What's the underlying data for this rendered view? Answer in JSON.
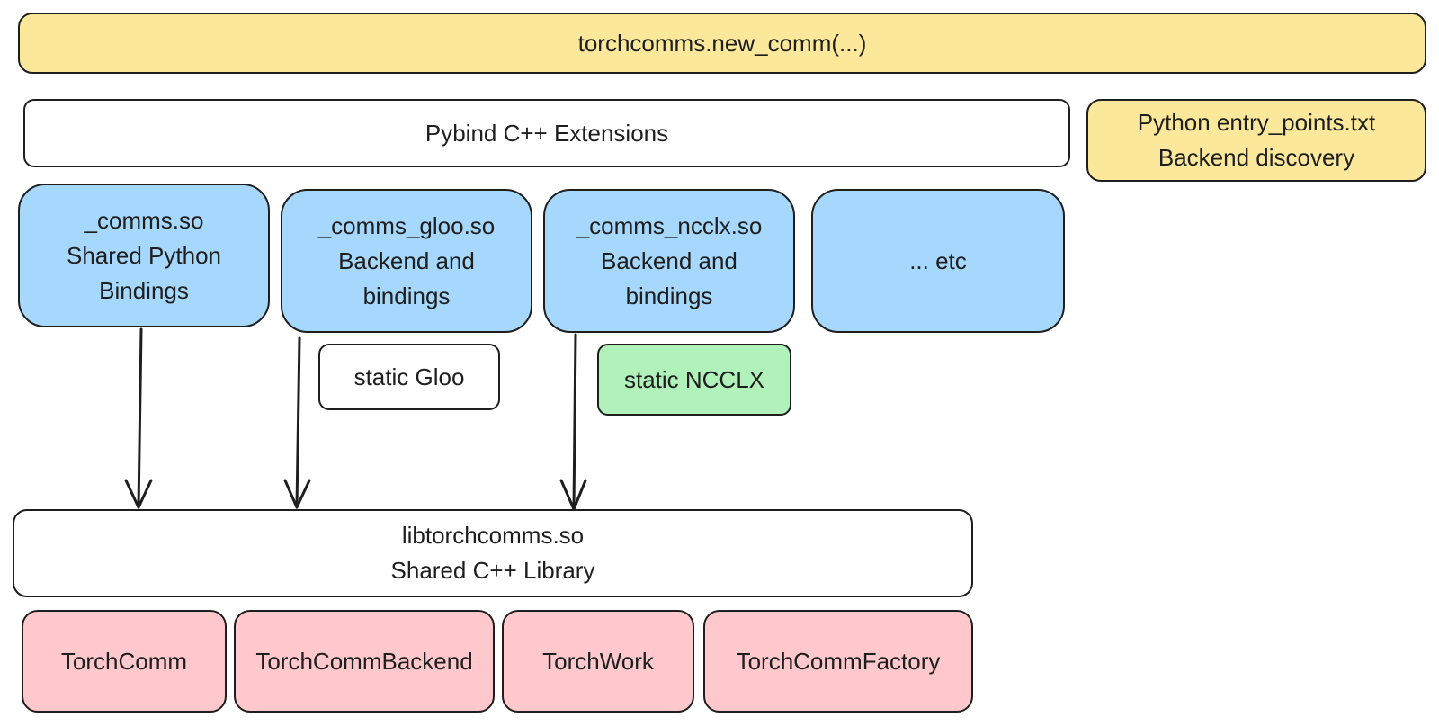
{
  "top_bar": {
    "label": "torchcomms.new_comm(...)",
    "color": "#fbe89a"
  },
  "pybind": {
    "label": "Pybind C++ Extensions"
  },
  "entry_points": {
    "lines": [
      "Python entry_points.txt",
      "Backend discovery"
    ],
    "color": "#fbe89a"
  },
  "extensions": [
    {
      "lines": [
        "_comms.so",
        "Shared Python",
        "Bindings"
      ],
      "color": "#a6d8fd"
    },
    {
      "lines": [
        "_comms_gloo.so",
        "Backend and",
        "bindings"
      ],
      "color": "#a6d8fd"
    },
    {
      "lines": [
        "_comms_ncclx.so",
        "Backend and",
        "bindings"
      ],
      "color": "#a6d8fd"
    },
    {
      "lines": [
        "... etc"
      ],
      "color": "#a6d8fd"
    }
  ],
  "static_libs": [
    {
      "label": "static Gloo",
      "color": "#ffffff"
    },
    {
      "label": "static NCCLX",
      "color": "#b1f2bb"
    }
  ],
  "library": {
    "lines": [
      "libtorchcomms.so",
      "Shared C++ Library"
    ]
  },
  "classes": [
    {
      "label": "TorchComm",
      "color": "#ffc8cc"
    },
    {
      "label": "TorchCommBackend",
      "color": "#ffc8cc"
    },
    {
      "label": "TorchWork",
      "color": "#ffc8cc"
    },
    {
      "label": "TorchCommFactory",
      "color": "#ffc8cc"
    }
  ]
}
